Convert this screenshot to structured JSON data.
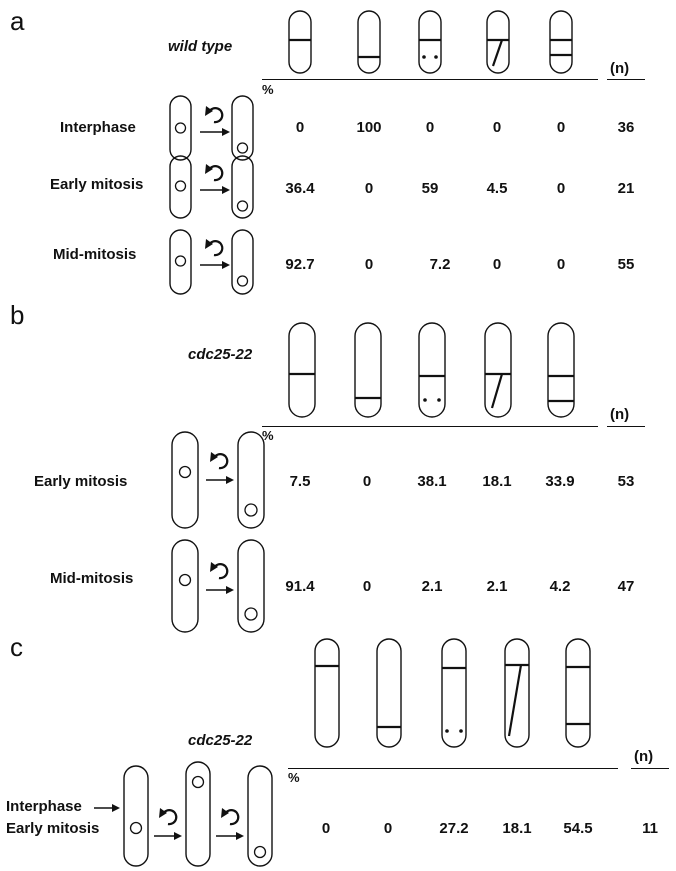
{
  "panels": [
    {
      "label": "a",
      "strain": "wild type",
      "percent_symbol": "%",
      "n_header": "(n)",
      "phenotypes": [
        "septum-mid",
        "septum-low",
        "septum-dots",
        "septum-slant",
        "septum-two"
      ],
      "rows": [
        {
          "label": "Interphase",
          "values": [
            "0",
            "100",
            "0",
            "0",
            "0"
          ],
          "n": "36"
        },
        {
          "label": "Early mitosis",
          "values": [
            "36.4",
            "0",
            "59",
            "4.5",
            "0"
          ],
          "n": "21"
        },
        {
          "label": "Mid-mitosis",
          "values": [
            "92.7",
            "0",
            "7.2",
            "0",
            "0"
          ],
          "n": "55"
        }
      ]
    },
    {
      "label": "b",
      "strain": "cdc25-22",
      "percent_symbol": "%",
      "n_header": "(n)",
      "phenotypes": [
        "septum-mid",
        "septum-low",
        "septum-dots",
        "septum-slant",
        "septum-two"
      ],
      "rows": [
        {
          "label": "Early mitosis",
          "values": [
            "7.5",
            "0",
            "38.1",
            "18.1",
            "33.9"
          ],
          "n": "53"
        },
        {
          "label": "Mid-mitosis",
          "values": [
            "91.4",
            "0",
            "2.1",
            "2.1",
            "4.2"
          ],
          "n": "47"
        }
      ]
    },
    {
      "label": "c",
      "strain": "cdc25-22",
      "percent_symbol": "%",
      "n_header": "(n)",
      "phenotypes": [
        "septum-top",
        "septum-low",
        "septum-dots",
        "septum-slant",
        "septum-two"
      ],
      "rows": [
        {
          "label_lines": [
            "Interphase",
            "Early mitosis"
          ],
          "values": [
            "0",
            "0",
            "27.2",
            "18.1",
            "54.5"
          ],
          "n": "11"
        }
      ]
    }
  ]
}
